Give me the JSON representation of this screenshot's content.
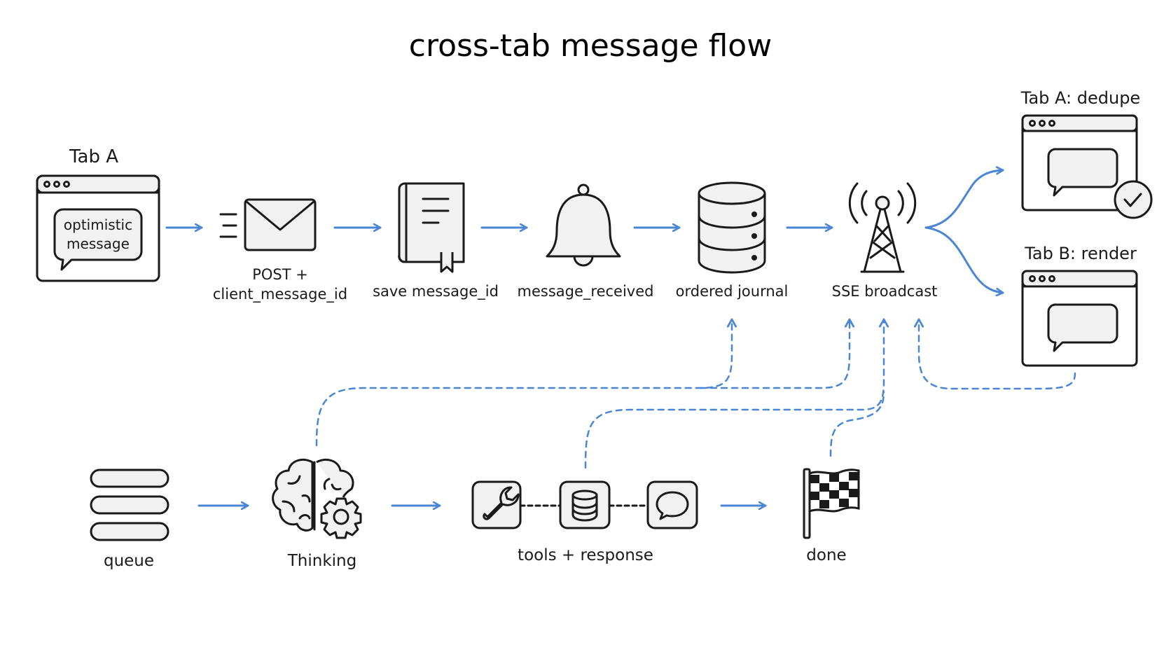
{
  "title": "cross-tab message flow",
  "nodes": {
    "tab_a": {
      "label": "Tab A",
      "bubble_line1": "optimistic",
      "bubble_line2": "message"
    },
    "post": {
      "label_line1": "POST +",
      "label_line2": "client_message_id",
      "icon": "envelope-icon"
    },
    "save": {
      "label": "save message_id",
      "icon": "book-icon"
    },
    "received": {
      "label": "message_received",
      "icon": "bell-icon"
    },
    "journal": {
      "label": "ordered journal",
      "icon": "database-icon"
    },
    "sse": {
      "label": "SSE broadcast",
      "icon": "antenna-icon"
    },
    "tab_a_dedupe": {
      "label": "Tab A: dedupe",
      "icon": "check-icon"
    },
    "tab_b_render": {
      "label": "Tab B: render"
    },
    "queue": {
      "label": "queue",
      "icon": "queue-icon"
    },
    "thinking": {
      "label": "Thinking",
      "icon": "brain-gear-icon"
    },
    "tools": {
      "label": "tools + response",
      "icons": [
        "wrench-icon",
        "database-icon",
        "chat-icon"
      ]
    },
    "done": {
      "label": "done",
      "icon": "checkered-flag-icon"
    }
  },
  "colors": {
    "arrow": "#4a86d4",
    "ink": "#1a1a1a",
    "fill": "#f1f1f1"
  }
}
